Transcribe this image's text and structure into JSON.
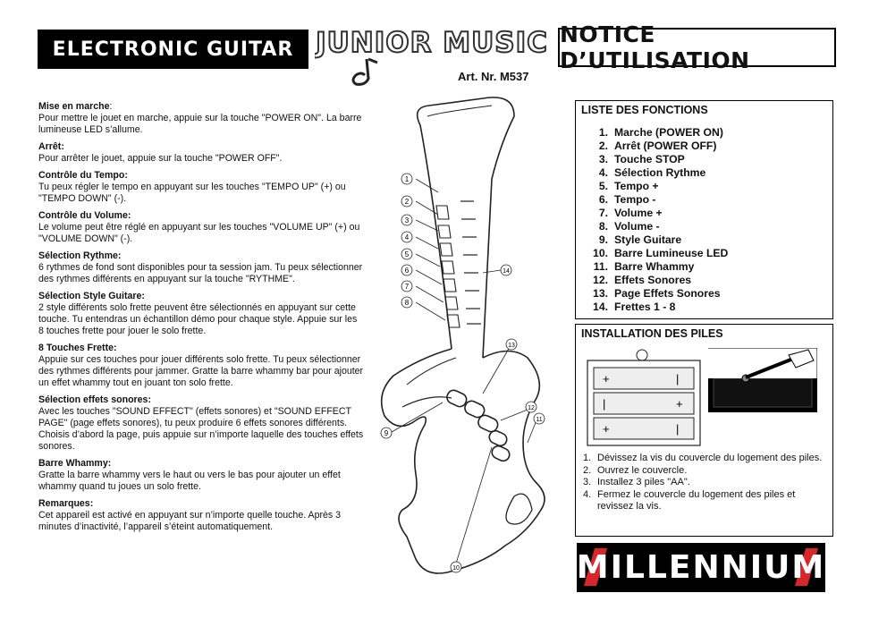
{
  "header": {
    "left_title": "ELECTRONIC GUITAR",
    "logo_text": "JUNIOR MUSIC",
    "art_nr": "Art. Nr. M537",
    "right_title": "NOTICE D’UTILISATION"
  },
  "sections": [
    {
      "title": "Mise en marche",
      "suffix": ":",
      "text": "Pour mettre le jouet en marche, appuie sur la touche \"POWER ON\". La barre lumineuse LED s’allume."
    },
    {
      "title": "Arrêt:",
      "suffix": "",
      "text": "Pour arrêter le jouet, appuie sur la touche \"POWER OFF\"."
    },
    {
      "title": "Contrôle du Tempo:",
      "suffix": "",
      "text": "Tu peux régler le tempo en appuyant sur les touches \"TEMPO UP\" (+) ou \"TEMPO DOWN\" (-)."
    },
    {
      "title": "Contrôle du Volume:",
      "suffix": "",
      "text": "Le volume peut être réglé en appuyant sur les touches \"VOLUME UP\" (+) ou \"VOLUME DOWN\" (-)."
    },
    {
      "title": "Sélection Rythme:",
      "suffix": "",
      "text": "6 rythmes de fond sont disponibles pour ta session jam. Tu peux sélectionner des rythmes différents en appuyant sur la touche \"RYTHME\"."
    },
    {
      "title": "Sélection Style Guitare:",
      "suffix": "",
      "text": "2 style différents solo frette peuvent être sélectionnés en appuyant sur cette touche. Tu entendras un échantillon démo pour chaque style. Appuie sur les 8 touches frette pour jouer le solo frette."
    },
    {
      "title": "8 Touches Frette:",
      "suffix": "",
      "text": "Appuie sur ces touches pour jouer différents solo frette. Tu peux sélectionner des rythmes différents pour jammer. Gratte la barre whammy bar pour ajouter un effet whammy tout en jouant ton solo frette."
    },
    {
      "title": "Sélection effets sonores:",
      "suffix": "",
      "text": "Avec les touches \"SOUND EFFECT\" (effets sonores) et \"SOUND EFFECT PAGE\" (page effets sonores), tu peux produire 6 effets sonores différents. Choisis d’abord la page, puis appuie sur n’importe laquelle des touches effets sonores."
    },
    {
      "title": "Barre Whammy:",
      "suffix": "",
      "text": "Gratte la barre whammy vers le haut ou vers le bas pour ajouter un effet whammy quand tu joues un solo frette."
    },
    {
      "title": "Remarques:",
      "suffix": "",
      "text": "Cet appareil est activé en appuyant sur n’importe quelle touche. Après 3 minutes d’inactivité, l’appareil s’éteint automatiquement."
    }
  ],
  "functions": {
    "title": "LISTE DES FONCTIONS",
    "items": [
      {
        "n": "1.",
        "label": "Marche (POWER ON)"
      },
      {
        "n": "2.",
        "label": "Arrêt (POWER OFF)"
      },
      {
        "n": "3.",
        "label": "Touche STOP"
      },
      {
        "n": "4.",
        "label": "Sélection Rythme"
      },
      {
        "n": "5.",
        "label": "Tempo +"
      },
      {
        "n": "6.",
        "label": "Tempo -"
      },
      {
        "n": "7.",
        "label": "Volume +"
      },
      {
        "n": "8.",
        "label": "Volume -"
      },
      {
        "n": "9.",
        "label": "Style Guitare"
      },
      {
        "n": "10.",
        "label": "Barre Lumineuse LED"
      },
      {
        "n": "11.",
        "label": "Barre Whammy"
      },
      {
        "n": "12.",
        "label": "Effets Sonores"
      },
      {
        "n": "13.",
        "label": "Page Effets Sonores"
      },
      {
        "n": "14.",
        "label": "Frettes 1 - 8"
      }
    ]
  },
  "installation": {
    "title": "INSTALLATION DES PILES",
    "steps": [
      {
        "n": "1.",
        "text": "Dévissez la vis du couvercle du logement des piles."
      },
      {
        "n": "2.",
        "text": "Ouvrez le couvercle."
      },
      {
        "n": "3.",
        "text": "Installez 3 piles \"AA\"."
      },
      {
        "n": "4.",
        "text": "Fermez le couvercle du logement des piles et revissez la vis."
      }
    ],
    "battery_signs": [
      "+",
      "|",
      "|",
      "+",
      "+",
      "|"
    ]
  },
  "callouts": [
    "1",
    "2",
    "3",
    "4",
    "5",
    "6",
    "7",
    "8",
    "9",
    "10",
    "11",
    "12",
    "13",
    "14"
  ],
  "brand": "MILLENNIUM",
  "colors": {
    "brand_red": "#d8262b",
    "black": "#000000"
  }
}
